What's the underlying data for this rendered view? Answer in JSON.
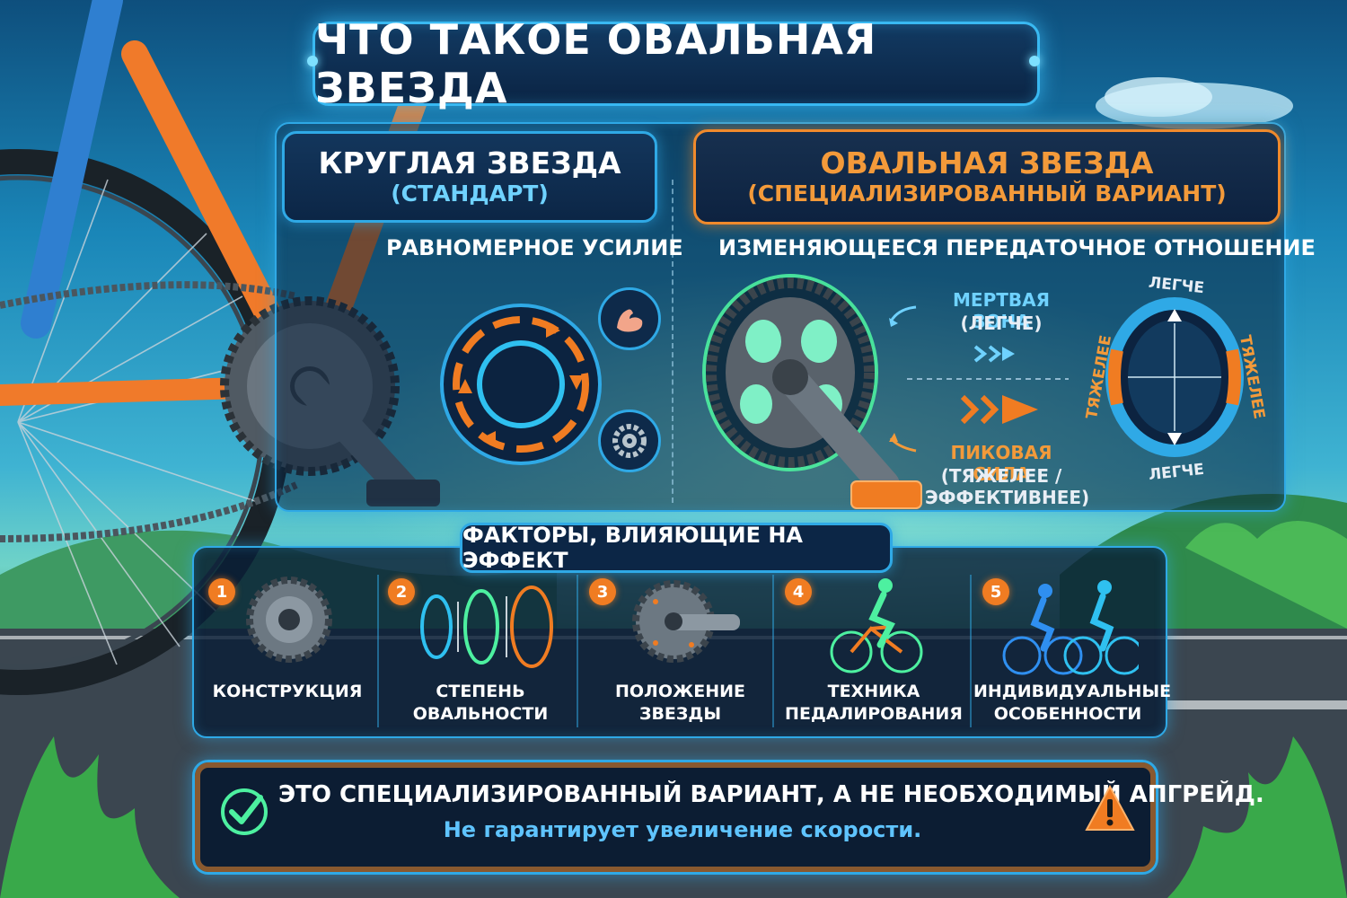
{
  "title": "ЧТО ТАКОЕ ОВАЛЬНАЯ ЗВЕЗДА",
  "round": {
    "heading": "КРУГЛАЯ ЗВЕЗДА",
    "subheading": "(СТАНДАРТ)",
    "caption": "РАВНОМЕРНОЕ УСИЛИЕ",
    "icons": [
      "bicep-icon",
      "gear-icon"
    ]
  },
  "oval": {
    "heading": "ОВАЛЬНАЯ ЗВЕЗДА",
    "subheading": "(СПЕЦИАЛИЗИРОВАННЫЙ ВАРИАНТ)",
    "caption": "ИЗМЕНЯЮЩЕЕСЯ ПЕРЕДАТОЧНОЕ ОТНОШЕНИЕ",
    "dead_zone_title": "МЕРТВАЯ ЗОНА",
    "dead_zone_note": "(ЛЕГЧЕ)",
    "peak_title": "ПИКОВАЯ СИЛА",
    "peak_note_1": "(ТЯЖЕЛЕЕ /",
    "peak_note_2": "ЭФФЕКТИВНЕЕ)",
    "dial": {
      "top": "ЛЕГЧЕ",
      "bottom": "ЛЕГЧЕ",
      "left": "ТЯЖЕЛЕЕ",
      "right": "ТЯЖЕЛЕЕ"
    }
  },
  "factors": {
    "heading": "ФАКТОРЫ, ВЛИЯЮЩИЕ НА ЭФФЕКТ",
    "items": [
      {
        "num": "1",
        "line1": "КОНСТРУКЦИЯ",
        "line2": "",
        "icon": "chainring-icon"
      },
      {
        "num": "2",
        "line1": "СТЕПЕНЬ",
        "line2": "ОВАЛЬНОСТИ",
        "icon": "ovals-icon"
      },
      {
        "num": "3",
        "line1": "ПОЛОЖЕНИЕ",
        "line2": "ЗВЕЗДЫ",
        "icon": "crank-icon"
      },
      {
        "num": "4",
        "line1": "ТЕХНИКА",
        "line2": "ПЕДАЛИРОВАНИЯ",
        "icon": "cyclist-icon"
      },
      {
        "num": "5",
        "line1": "ИНДИВИДУАЛЬНЫЕ",
        "line2": "ОСОБЕННОСТИ",
        "icon": "two-cyclists-icon"
      }
    ]
  },
  "note": {
    "main": "ЭТО СПЕЦИАЛИЗИРОВАННЫЙ ВАРИАНТ, А НЕ НЕОБХОДИМЫЙ АПГРЕЙД.",
    "sub": "Не гарантирует увеличение скорости.",
    "icons": [
      "check-icon",
      "warning-icon"
    ]
  },
  "colors": {
    "accent_blue": "#2fa9e6",
    "accent_orange": "#f08a2c",
    "green_glow": "#4df0a0",
    "panel_bg": "#0a1e37"
  }
}
